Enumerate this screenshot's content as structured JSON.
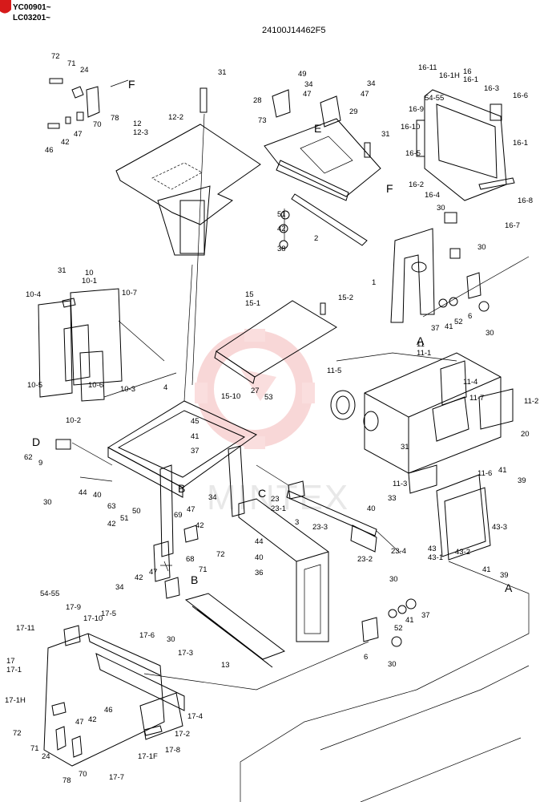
{
  "header": {
    "serial_range_1": "YC00901~",
    "serial_range_2": "LC03201~",
    "drawing_code": "24100J14462F5"
  },
  "watermark": {
    "text": "MINTEX"
  },
  "view_markers": [
    "F",
    "E",
    "F",
    "A",
    "A",
    "B",
    "B",
    "C",
    "D"
  ],
  "callouts": [
    "72",
    "71",
    "24",
    "70",
    "78",
    "46",
    "42",
    "47",
    "31",
    "12",
    "12-3",
    "12-2",
    "49",
    "34",
    "47",
    "28",
    "34",
    "47",
    "29",
    "73",
    "31",
    "51",
    "42",
    "38",
    "2",
    "16-11",
    "16-1H",
    "16",
    "16-1",
    "54-55",
    "16-3",
    "16-6",
    "16-9",
    "16-10",
    "16-5",
    "16-1",
    "16-2",
    "16-4",
    "16-8",
    "16-7",
    "30",
    "30",
    "1",
    "37",
    "41",
    "52",
    "6",
    "30",
    "10",
    "10-1",
    "10-4",
    "10-7",
    "10-3",
    "10-5",
    "10-2",
    "10-6",
    "31",
    "15",
    "15-1",
    "15-2",
    "15-10",
    "27",
    "53",
    "4",
    "45",
    "41",
    "37",
    "62",
    "9",
    "30",
    "44",
    "40",
    "63",
    "11",
    "11-1",
    "11-4",
    "11-5",
    "11-7",
    "11-2",
    "20",
    "31",
    "11-6",
    "41",
    "39",
    "11-3",
    "23",
    "23-1",
    "23-3",
    "23-4",
    "23-2",
    "40",
    "33",
    "3",
    "43",
    "43-1",
    "43-2",
    "43-3",
    "41",
    "39",
    "50",
    "69",
    "47",
    "42",
    "34",
    "51",
    "42",
    "72",
    "68",
    "71",
    "44",
    "40",
    "36",
    "42",
    "47",
    "34",
    "13",
    "30",
    "54-55",
    "17-9",
    "17-10",
    "17-5",
    "17-6",
    "17-11",
    "17",
    "17-1",
    "17-3",
    "17-1H",
    "17-4",
    "17-2",
    "72",
    "71",
    "24",
    "78",
    "70",
    "47",
    "42",
    "46",
    "17-1F",
    "17-8",
    "17-7",
    "30",
    "52",
    "41",
    "37",
    "6",
    "30"
  ]
}
